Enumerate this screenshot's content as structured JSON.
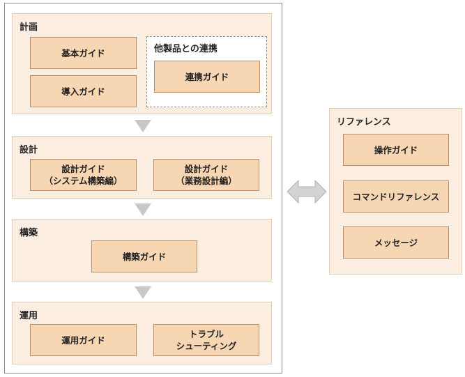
{
  "left_panel": {
    "sections": [
      {
        "title": "計画",
        "boxes": [
          "基本ガイド",
          "導入ガイド"
        ],
        "linked": {
          "title": "他製品との連携",
          "box": "連携ガイド"
        }
      },
      {
        "title": "設計",
        "boxes": [
          "設計ガイド\n（システム構築編）",
          "設計ガイド\n（業務設計編）"
        ]
      },
      {
        "title": "構築",
        "boxes": [
          "構築ガイド"
        ]
      },
      {
        "title": "運用",
        "boxes": [
          "運用ガイド",
          "トラブル\nシューティング"
        ]
      }
    ]
  },
  "reference": {
    "title": "リファレンス",
    "boxes": [
      "操作ガイド",
      "コマンドリファレンス",
      "メッセージ"
    ]
  },
  "colors": {
    "section_bg": "#fbeee0",
    "box_bg": "#f7d6b4",
    "box_border": "#b98f6a",
    "arrow": "#c8c8c8"
  }
}
